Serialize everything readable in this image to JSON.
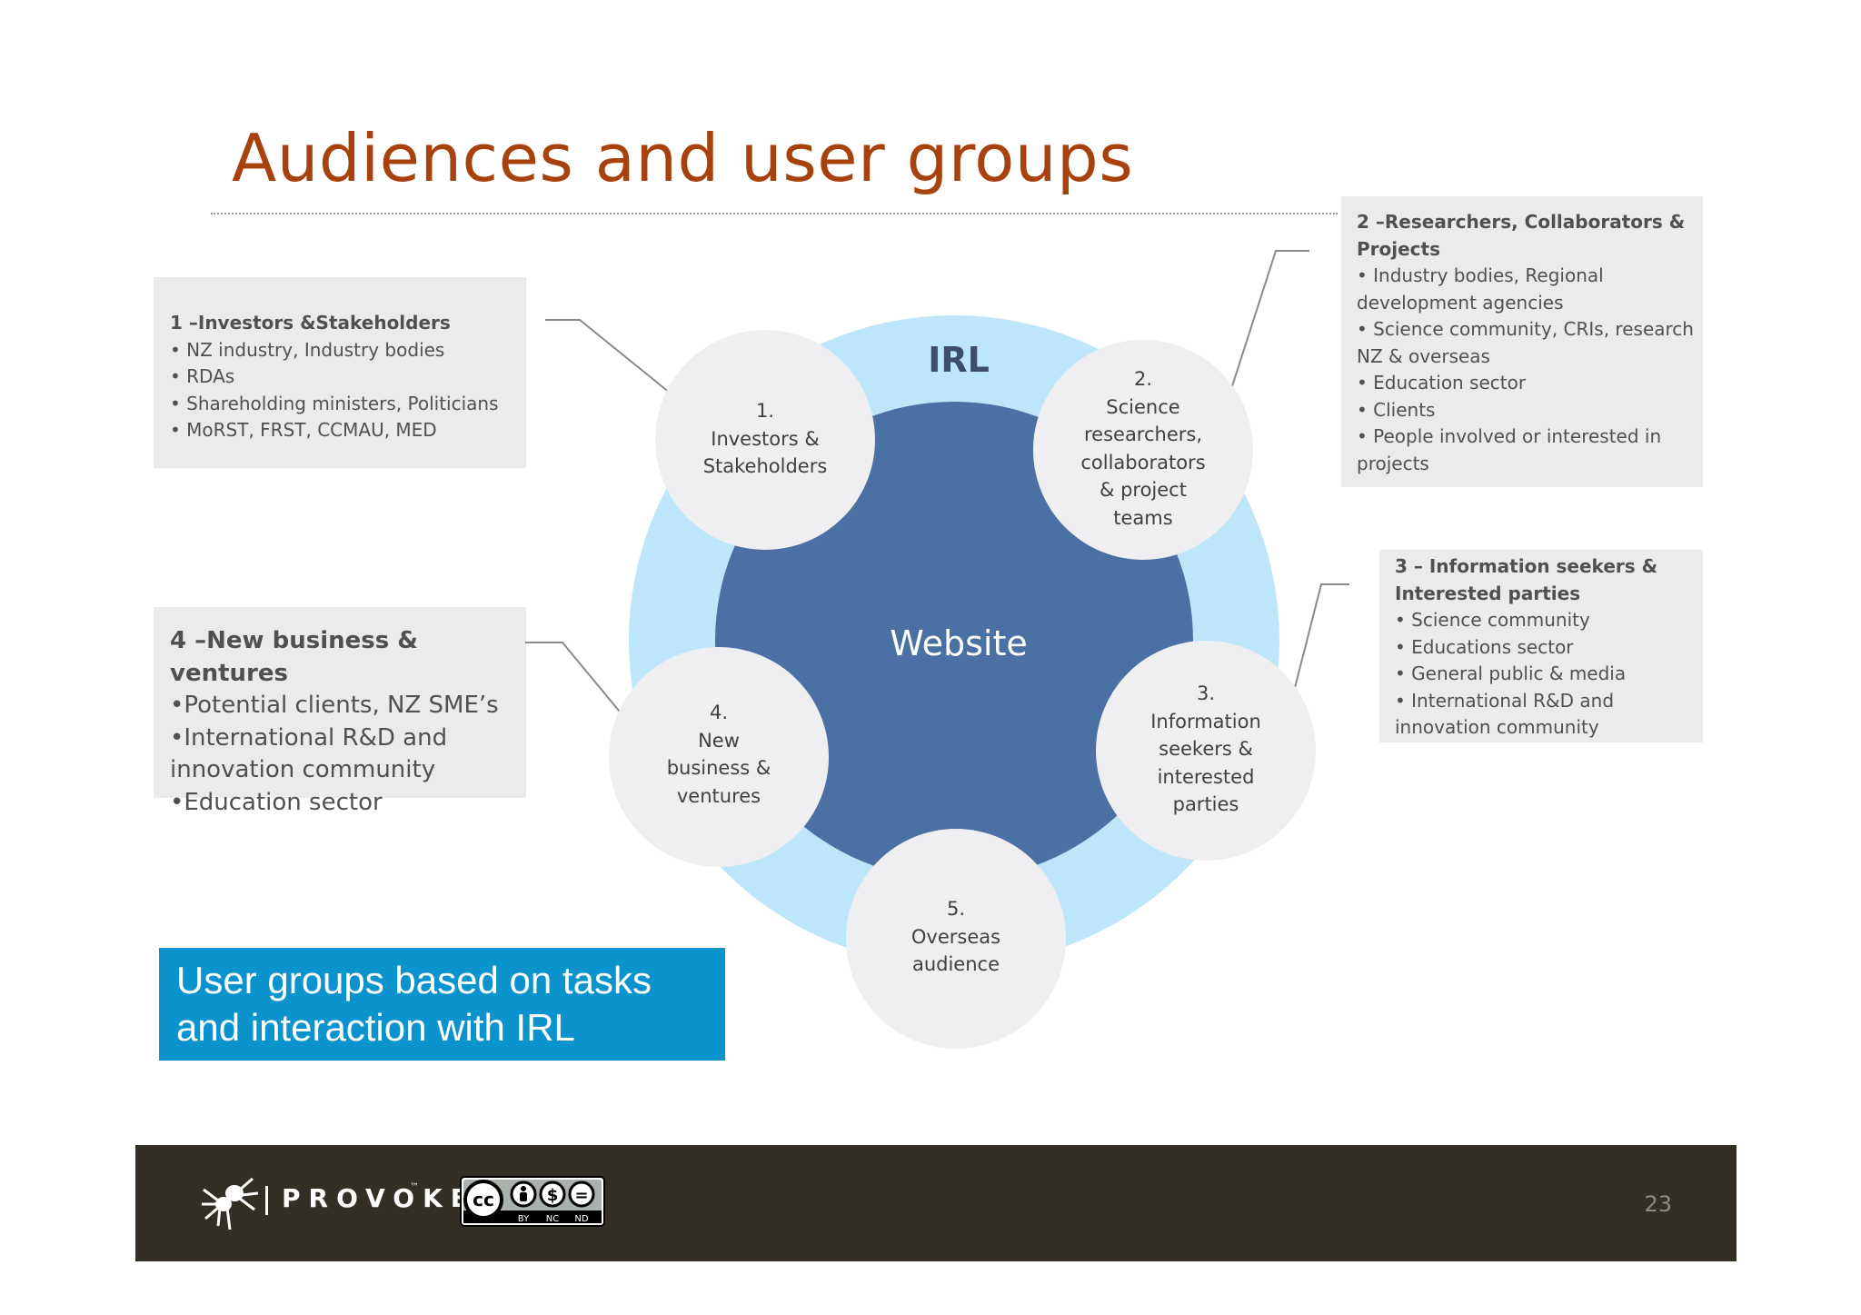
{
  "slide": {
    "title": "Audiences and user groups",
    "page_number": "23"
  },
  "diagram": {
    "outer_label": "IRL",
    "center_label": "Website",
    "nodes": [
      {
        "number": "1.",
        "label_lines": [
          "Investors &",
          "Stakeholders"
        ]
      },
      {
        "number": "2.",
        "label_lines": [
          "Science",
          "researchers,",
          "collaborators",
          "& project",
          "teams"
        ]
      },
      {
        "number": "3.",
        "label_lines": [
          "Information",
          "seekers &",
          "interested",
          "parties"
        ]
      },
      {
        "number": "4.",
        "label_lines": [
          "New",
          "business &",
          "ventures"
        ]
      },
      {
        "number": "5.",
        "label_lines": [
          "Overseas",
          "audience"
        ]
      }
    ],
    "colors": {
      "outer_ring": "#bee6fb",
      "center": "#4b70a3",
      "node_fill": "#efeff1",
      "connector": "#8a8a8a"
    }
  },
  "groups": {
    "investors": {
      "title": "1 –Investors &Stakeholders",
      "items": [
        "• NZ industry, Industry bodies",
        "• RDAs",
        "• Shareholding ministers, Politicians",
        "• MoRST, FRST, CCMAU, MED"
      ]
    },
    "researchers": {
      "title_lines": [
        "2 –Researchers,  Collaborators &",
        "Projects"
      ],
      "items": [
        "• Industry bodies, Regional",
        "development agencies",
        "• Science community, CRIs, research",
        "NZ & overseas",
        "• Education sector",
        "• Clients",
        "• People involved or interested in",
        "projects"
      ]
    },
    "information_seekers": {
      "title_lines": [
        "3 – Information seekers &",
        "Interested parties"
      ],
      "items": [
        "• Science community",
        "• Educations sector",
        "• General public & media",
        "• International R&D and",
        "innovation community"
      ]
    },
    "new_business": {
      "title": "4 –New business & ventures",
      "items": [
        "•Potential clients, NZ SME’s",
        "•International R&D and",
        "innovation community",
        "•Education sector"
      ]
    }
  },
  "callout": {
    "lines": [
      "User groups based on tasks",
      "and interaction with IRL"
    ],
    "color": "#0a93cc"
  },
  "footer": {
    "brand_name": "PROVOKE",
    "brand_tm": "™",
    "license_icons": [
      "cc-icon",
      "by-icon",
      "nc-icon",
      "nd-icon"
    ],
    "license_labels": [
      "BY",
      "NC",
      "ND"
    ],
    "license_cc_glyph": "cc",
    "license_nc_glyph": "$",
    "license_nd_glyph": "="
  },
  "colors": {
    "title": "#a7420d",
    "footer_bg": "#332e26",
    "box_bg": "#ebebed"
  }
}
